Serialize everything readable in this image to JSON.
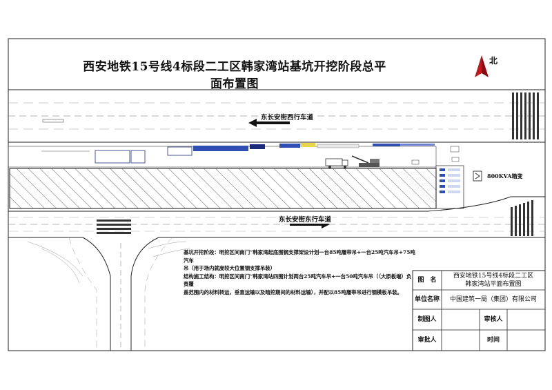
{
  "drawing": {
    "title": "西安地铁15号线4标段二工区韩家湾站基坑开挖阶段总平面布置图",
    "north": "北"
  },
  "roads": {
    "north_road": "东长安街西行车道",
    "south_road": "东长安街东行车道"
  },
  "equipment": {
    "transformer": "800KVA箱变"
  },
  "notes": {
    "line1": "基坑开挖阶段：明挖区间南门”韩家湾起底围钢支撑架设计划一台85吨履带吊+一台25吨汽车吊+75吨汽车",
    "line2": "吊（用于场内就度较大位置钢支撑吊装）",
    "line3": "结构施工结构：明挖区间南门”韩家湾站四围计划两台25吨汽车吊+一台50吨汽车吊（（大原板端）负责覆",
    "line4": "盖范围内的材料转运，垂直运输以及暗挖期间的材料运输），并配以85吨履带吊进行钢模板吊装。"
  },
  "title_block": {
    "drawing_label": "图　名",
    "drawing_name_1": "西安地铁15号线4标段二工区",
    "drawing_name_2": "韩家湾站平面布置图",
    "unit_label": "单位名称",
    "unit_name": "中国建筑一局（集团）有限公司",
    "drawn_label": "制图人",
    "drawn_value": "",
    "review_label": "审核人",
    "review_value": "",
    "approve_label": "审批人",
    "approve_value": "",
    "time_label": "时间",
    "time_value": ""
  },
  "colors": {
    "road_line": "#222222",
    "site_fill": "#f4f4f4",
    "arrow_red": "#c8161d",
    "yard_blue": "#2f4fb5",
    "yard_navy": "#1b2a7a",
    "yard_yellow": "#e8d64a"
  }
}
